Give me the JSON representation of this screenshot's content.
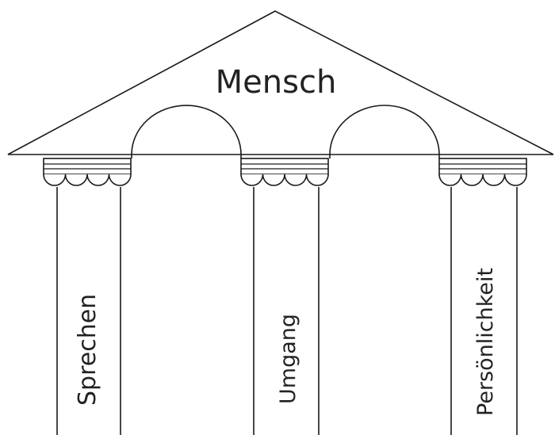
{
  "diagram": {
    "roof_label": "Mensch",
    "pillars": [
      {
        "label": "Sprechen"
      },
      {
        "label": "Umgang"
      },
      {
        "label": "Persönlichkeit"
      }
    ],
    "colors": {
      "line": "#1a1a1a",
      "background": "#ffffff",
      "text": "#222222"
    }
  }
}
